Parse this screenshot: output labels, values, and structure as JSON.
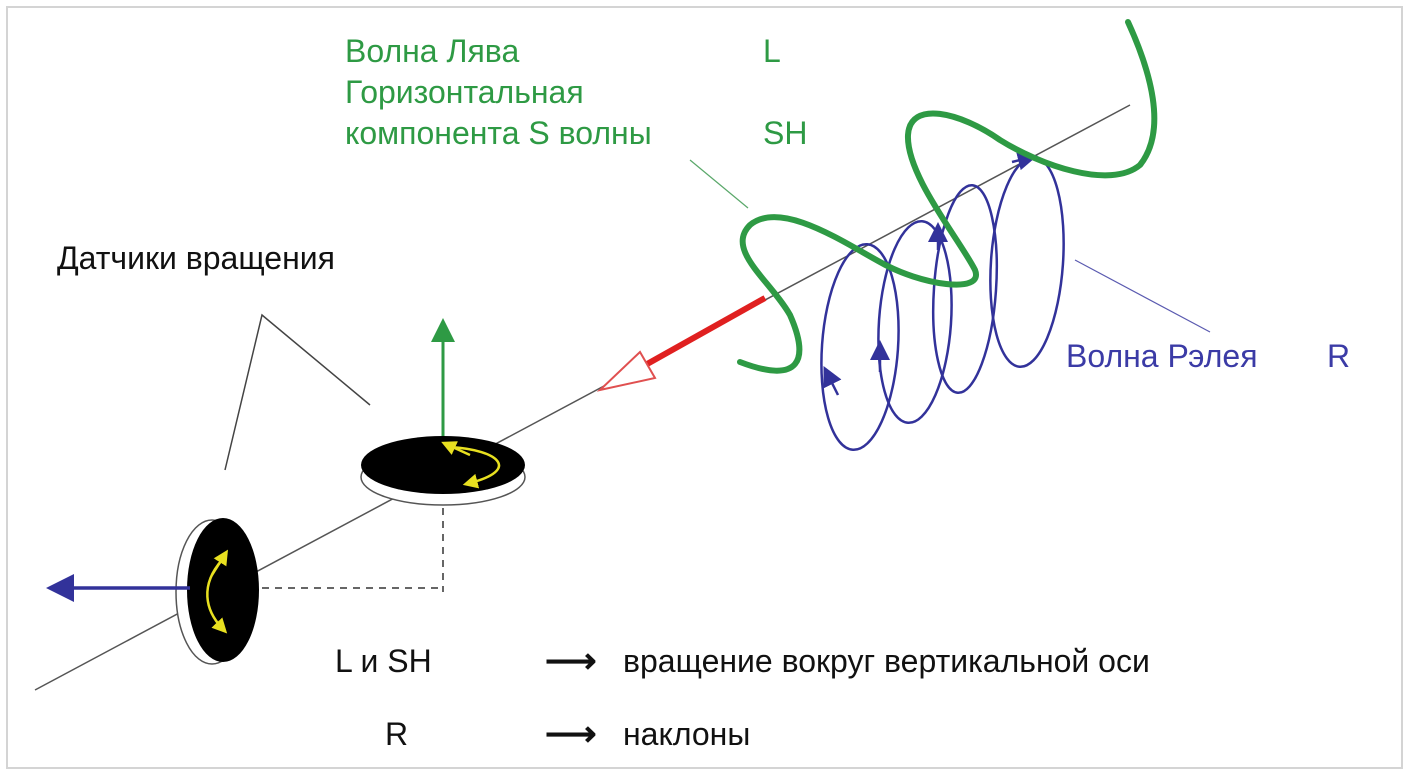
{
  "labels": {
    "love_wave": "Волна Лява",
    "love_symbol": "L",
    "sh_line1": "Горизонтальная",
    "sh_line2": "компонента S волны",
    "sh_symbol": "SH",
    "sensors": "Датчики вращения",
    "rayleigh_wave": "Волна Рэлея",
    "rayleigh_symbol": "R"
  },
  "legend": [
    {
      "key": "L и SH",
      "arrow": "⟶",
      "meaning": "вращение вокруг вертикальной оси"
    },
    {
      "key": "R",
      "arrow": "⟶",
      "meaning": "наклоны"
    }
  ],
  "colors": {
    "love": "#2e9a44",
    "rayleigh": "#32329a",
    "propagation": "#e02020",
    "sensor": "#000000",
    "rotation": "#e8e020"
  }
}
